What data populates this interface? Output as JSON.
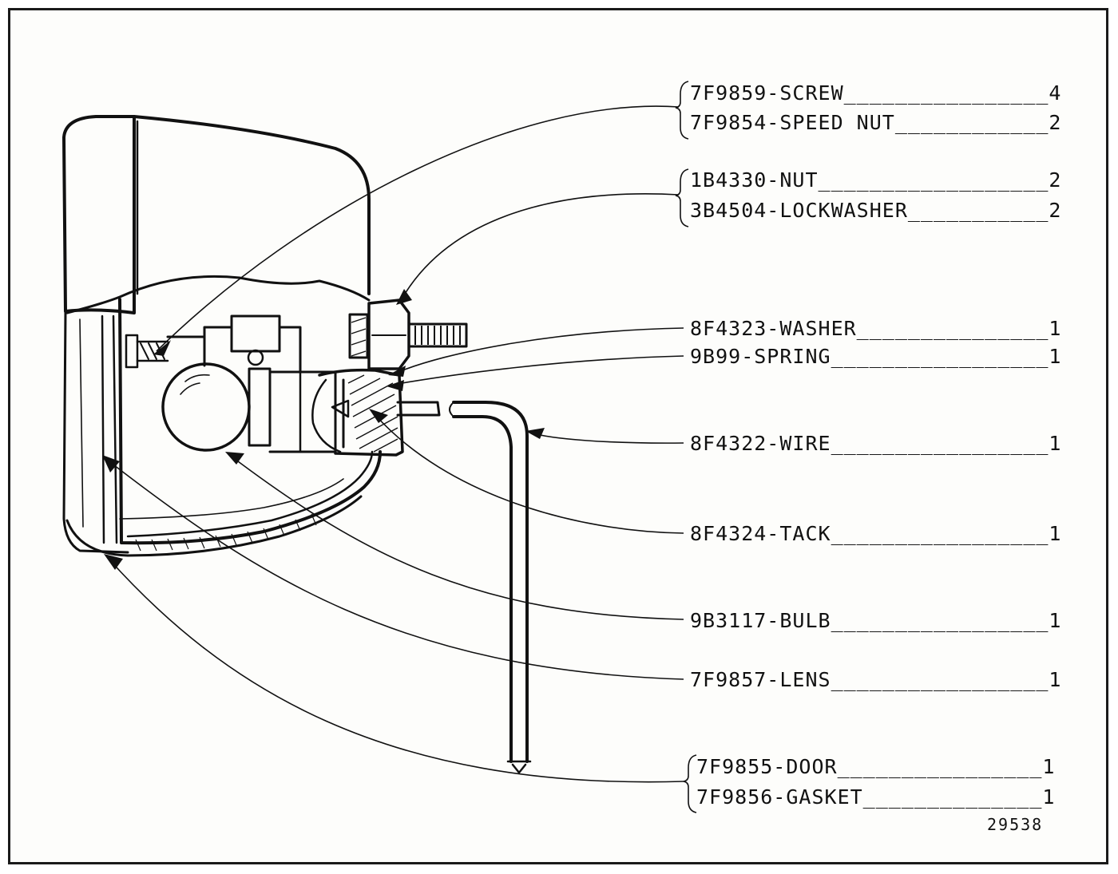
{
  "figure_number": "29538",
  "groups": [
    {
      "bracket": true,
      "parts": [
        {
          "number": "7F9859",
          "name": "SCREW",
          "qty": "4"
        },
        {
          "number": "7F9854",
          "name": "SPEED NUT",
          "qty": "2"
        }
      ]
    },
    {
      "bracket": true,
      "parts": [
        {
          "number": "1B4330",
          "name": "NUT",
          "qty": "2"
        },
        {
          "number": "3B4504",
          "name": "LOCKWASHER",
          "qty": "2"
        }
      ]
    },
    {
      "bracket": false,
      "parts": [
        {
          "number": "8F4323",
          "name": "WASHER",
          "qty": "1"
        }
      ]
    },
    {
      "bracket": false,
      "parts": [
        {
          "number": "9B99",
          "name": "SPRING",
          "qty": "1"
        }
      ]
    },
    {
      "bracket": false,
      "parts": [
        {
          "number": "8F4322",
          "name": "WIRE",
          "qty": "1"
        }
      ]
    },
    {
      "bracket": false,
      "parts": [
        {
          "number": "8F4324",
          "name": "TACK",
          "qty": "1"
        }
      ]
    },
    {
      "bracket": false,
      "parts": [
        {
          "number": "9B3117",
          "name": "BULB",
          "qty": "1"
        }
      ]
    },
    {
      "bracket": false,
      "parts": [
        {
          "number": "7F9857",
          "name": "LENS",
          "qty": "1"
        }
      ]
    },
    {
      "bracket": true,
      "parts": [
        {
          "number": "7F9855",
          "name": "DOOR",
          "qty": "1"
        },
        {
          "number": "7F9856",
          "name": "GASKET",
          "qty": "1"
        }
      ]
    }
  ]
}
